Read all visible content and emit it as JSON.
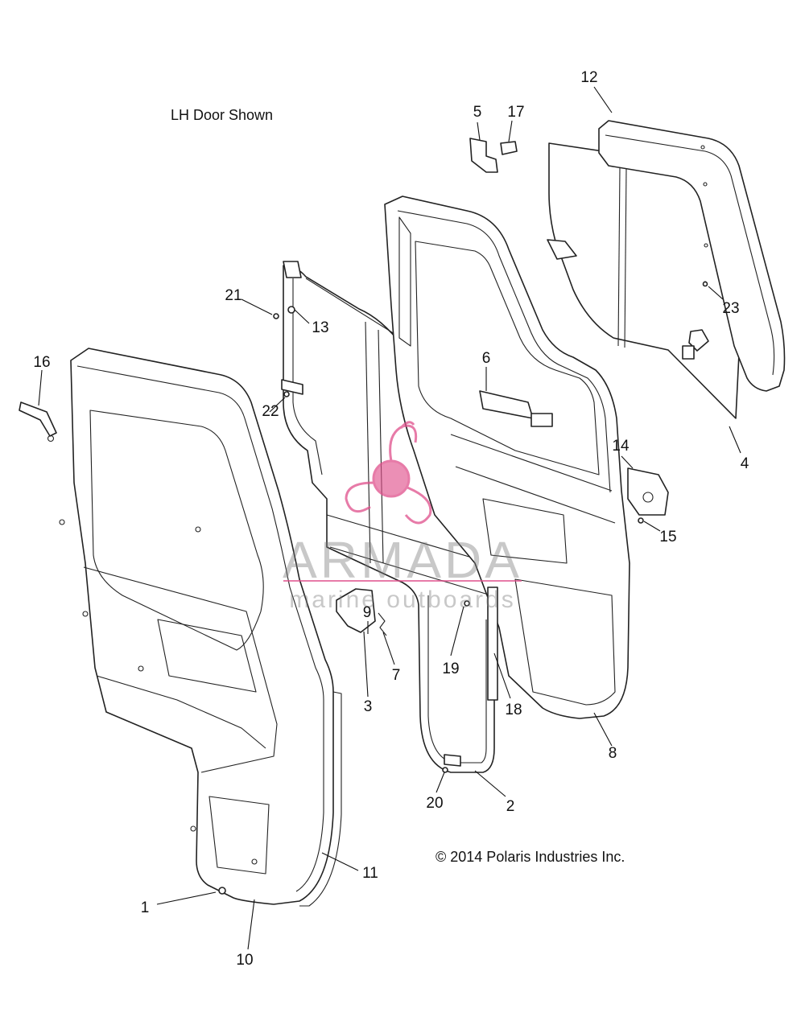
{
  "note": "LH Door Shown",
  "copyright": "© 2014 Polaris Industries Inc.",
  "watermark": {
    "brand": "ARMADA",
    "tagline": "marine outboards",
    "brand_color": "#e0508c",
    "text_color": "#7a7a7a"
  },
  "callouts": [
    {
      "id": "c1",
      "label": "1"
    },
    {
      "id": "c2",
      "label": "2"
    },
    {
      "id": "c3",
      "label": "3"
    },
    {
      "id": "c4",
      "label": "4"
    },
    {
      "id": "c5",
      "label": "5"
    },
    {
      "id": "c6",
      "label": "6"
    },
    {
      "id": "c7",
      "label": "7"
    },
    {
      "id": "c8",
      "label": "8"
    },
    {
      "id": "c9",
      "label": "9"
    },
    {
      "id": "c10",
      "label": "10"
    },
    {
      "id": "c11",
      "label": "11"
    },
    {
      "id": "c12",
      "label": "12"
    },
    {
      "id": "c13",
      "label": "13"
    },
    {
      "id": "c14",
      "label": "14"
    },
    {
      "id": "c15",
      "label": "15"
    },
    {
      "id": "c16",
      "label": "16"
    },
    {
      "id": "c17",
      "label": "17"
    },
    {
      "id": "c18",
      "label": "18"
    },
    {
      "id": "c19",
      "label": "19"
    },
    {
      "id": "c20",
      "label": "20"
    },
    {
      "id": "c21",
      "label": "21"
    },
    {
      "id": "c22",
      "label": "22"
    },
    {
      "id": "c23",
      "label": "23"
    }
  ]
}
